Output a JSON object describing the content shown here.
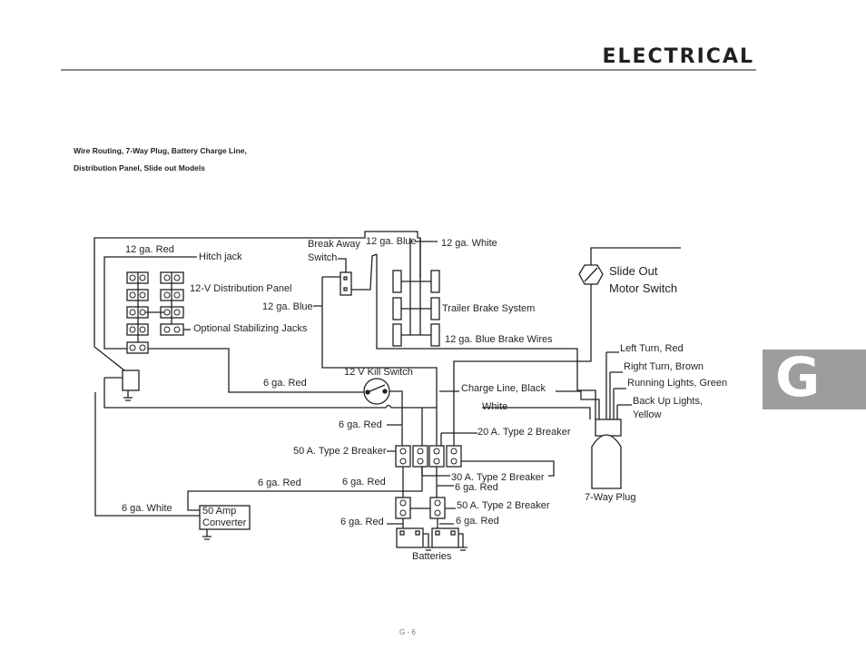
{
  "header": {
    "title": "ELECTRICAL",
    "section_tab": "G",
    "page_number": "G - 6"
  },
  "subtitle": {
    "line1": "Wire Routing, 7-Way Plug, Battery Charge Line,",
    "line2": "Distribution Panel, Slide out Models"
  },
  "diagram": {
    "labels": {
      "red12": "12 ga. Red",
      "hitch": "Hitch jack",
      "breakaway1": "Break Away",
      "breakaway2": "Switch",
      "blue12_top": "12 ga. Blue",
      "white12": "12 ga. White",
      "dist_panel": "12-V Distribution Panel",
      "blue12_left": "12 ga. Blue",
      "trailer_brake": "Trailer Brake System",
      "stab_jacks": "Optional Stabilizing Jacks",
      "brake_wires": "12 ga. Blue Brake Wires",
      "slide1": "Slide Out",
      "slide2": "Motor Switch",
      "left_turn": "Left Turn, Red",
      "right_turn": "Right Turn, Brown",
      "running": "Running Lights, Green",
      "backup1": "Back Up Lights,",
      "backup2": "Yellow",
      "kill_switch": "12 V Kill Switch",
      "red6_a": "6 ga. Red",
      "charge_line": "Charge Line, Black",
      "white": "White",
      "red6_b": "6 ga. Red",
      "breaker20": "20 A. Type 2 Breaker",
      "breaker50_a": "50 A. Type 2 Breaker",
      "breaker30": "30 A. Type 2 Breaker",
      "red6_c": "6 ga. Red",
      "red6_d": "6 ga. Red",
      "red6_e": "6 ga. Red",
      "white6": "6 ga. White",
      "conv1": "50 Amp",
      "conv2": "Converter",
      "breaker50_b": "50 A. Type 2 Breaker",
      "red6_f": "6 ga. Red",
      "red6_g": "6 ga. Red",
      "plug": "7-Way Plug",
      "batteries": "Batteries"
    }
  }
}
